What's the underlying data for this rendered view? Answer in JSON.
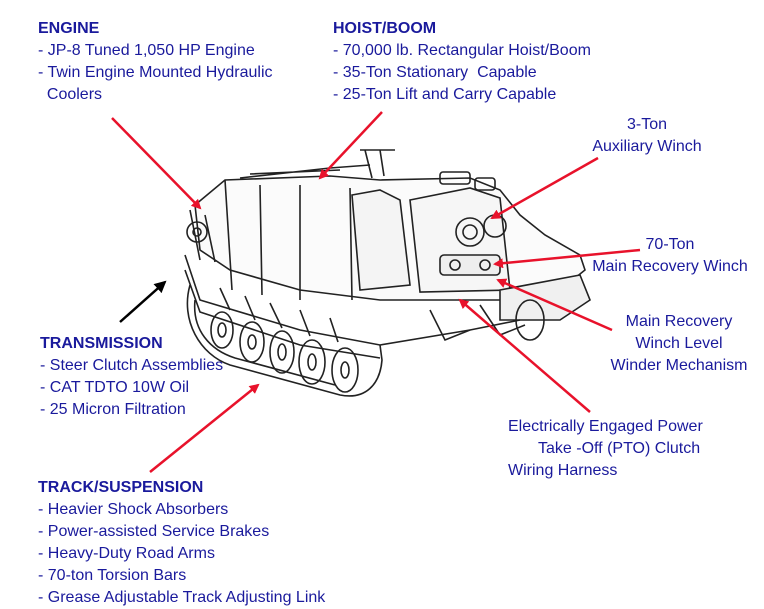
{
  "colors": {
    "text": "#1a1a9c",
    "arrow_red": "#e8122b",
    "arrow_black": "#000000",
    "line_art": "#222222"
  },
  "engine": {
    "title": "ENGINE",
    "items": [
      "- JP-8 Tuned 1,050 HP Engine",
      "- Twin Engine Mounted Hydraulic",
      "  Coolers"
    ]
  },
  "hoist": {
    "title": "HOIST/BOOM",
    "items": [
      "- 70,000 lb. Rectangular Hoist/Boom",
      "- 35-Ton Stationary  Capable",
      "- 25-Ton Lift and Carry Capable"
    ]
  },
  "transmission": {
    "title": "TRANSMISSION",
    "items": [
      "- Steer Clutch Assemblies",
      "- CAT TDTO 10W Oil",
      "- 25 Micron Filtration"
    ]
  },
  "track": {
    "title": "TRACK/SUSPENSION",
    "items": [
      "- Heavier Shock Absorbers",
      "- Power-assisted Service Brakes",
      "- Heavy-Duty Road Arms",
      "- 70-ton Torsion Bars",
      "- Grease Adjustable Track Adjusting Link"
    ]
  },
  "callouts": {
    "aux_winch": [
      "3-Ton",
      "Auxiliary Winch"
    ],
    "main_winch": [
      "70-Ton",
      "Main Recovery Winch"
    ],
    "level_winder": [
      "Main Recovery",
      "Winch Level",
      "Winder Mechanism"
    ],
    "pto": [
      "Electrically Engaged Power",
      "Take -Off (PTO) Clutch",
      "Wiring Harness"
    ]
  }
}
